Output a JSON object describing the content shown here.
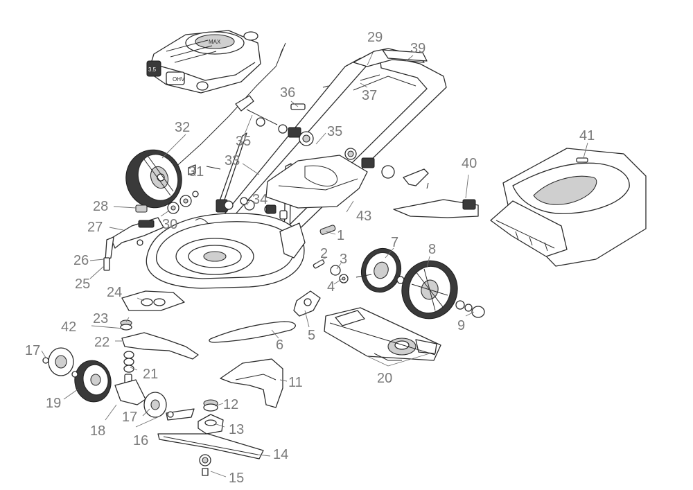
{
  "diagram": {
    "colors": {
      "line": "#2a2a2a",
      "callout_text": "#7a7a7a",
      "background": "#ffffff"
    },
    "callouts": [
      "1",
      "2",
      "3",
      "4",
      "5",
      "6",
      "7",
      "8",
      "9",
      "11",
      "12",
      "13",
      "14",
      "15",
      "16",
      "17",
      "17",
      "18",
      "19",
      "20",
      "21",
      "22",
      "23",
      "24",
      "25",
      "26",
      "27",
      "28",
      "29",
      "30",
      "31",
      "32",
      "33",
      "34",
      "35",
      "35",
      "36",
      "37",
      "39",
      "40",
      "41",
      "42",
      "43"
    ],
    "engine_decals": [
      "OHV",
      "3.5",
      "MAX"
    ]
  }
}
